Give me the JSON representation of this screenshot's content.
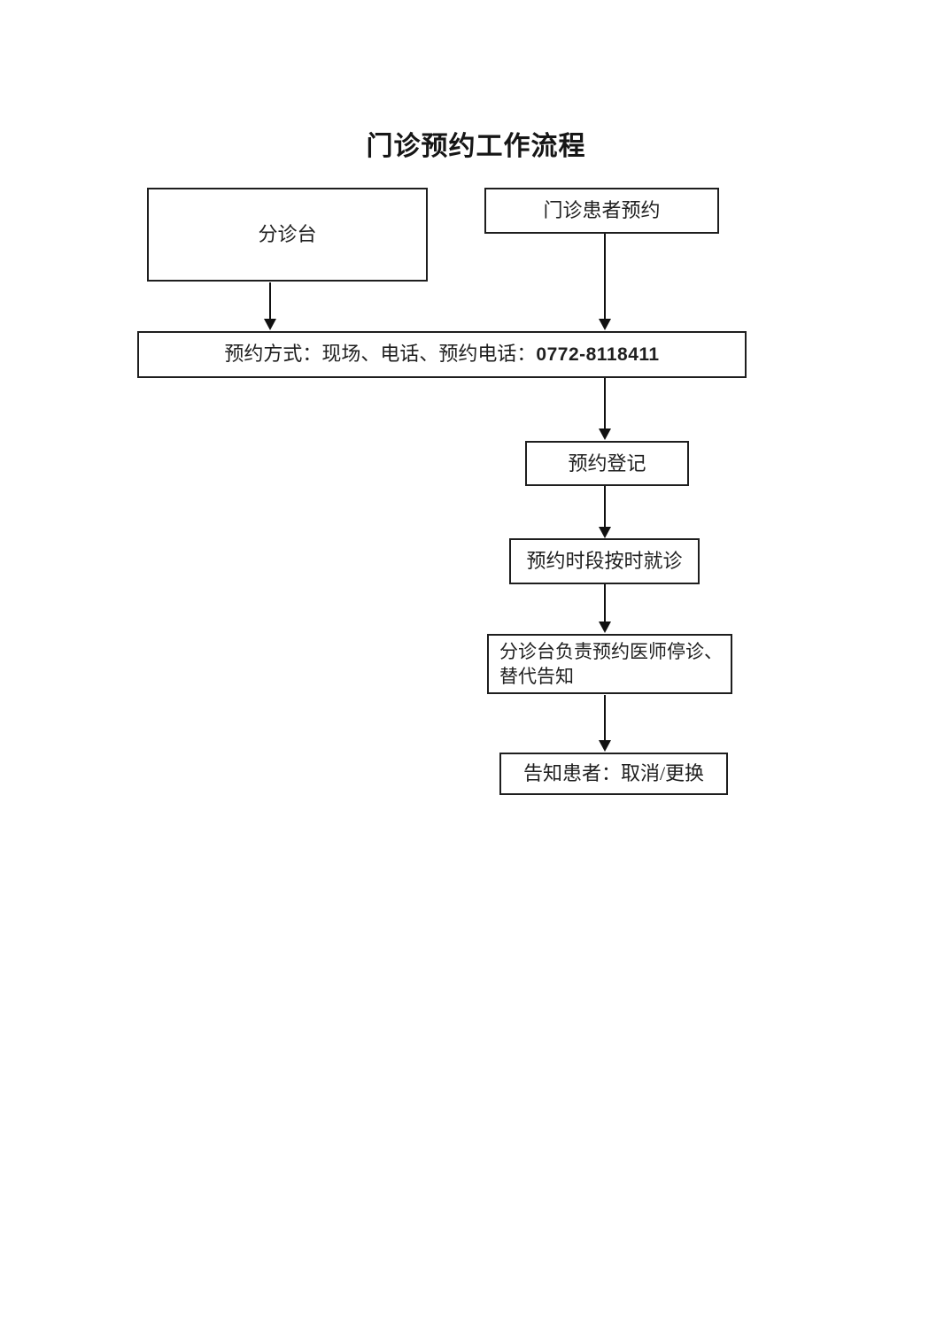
{
  "page": {
    "title": "门诊预约工作流程"
  },
  "flowchart": {
    "nodes": {
      "triage_desk": {
        "label": "分诊台"
      },
      "outpatient_booking": {
        "label": "门诊患者预约"
      },
      "booking_methods": {
        "label_prefix": "预约方式：现场、电话、预约电话：",
        "phone": "0772-8118411"
      },
      "booking_registration": {
        "label": "预约登记"
      },
      "ontime_visit": {
        "label": "预约时段按时就诊"
      },
      "suspension_notice": {
        "label": "分诊台负责预约医师停诊、替代告知"
      },
      "notify_patient": {
        "label": "告知患者：取消/更换"
      }
    },
    "connectors": [
      {
        "from": "triage_desk",
        "to": "booking_methods"
      },
      {
        "from": "outpatient_booking",
        "to": "booking_methods"
      },
      {
        "from": "booking_methods",
        "to": "booking_registration"
      },
      {
        "from": "booking_registration",
        "to": "ontime_visit"
      },
      {
        "from": "ontime_visit",
        "to": "suspension_notice"
      },
      {
        "from": "suspension_notice",
        "to": "notify_patient"
      }
    ],
    "colors": {
      "background": "#ffffff",
      "border": "#1e1e1e",
      "text": "#1f1f1f",
      "arrow": "#111111"
    }
  }
}
